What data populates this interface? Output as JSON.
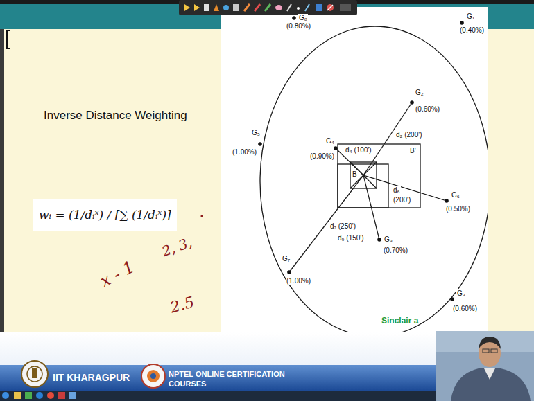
{
  "diagram": {
    "title": "Inverse Distance Weighting",
    "labels": [
      "wᵢ = (1/dᵢˣ) / [∑ (1/dᵢˣ)]",
      "x - 1",
      "2, 3,",
      "2.5",
      "G₈",
      "(0.80%)",
      "G₁",
      "(0.40%)",
      "G₂",
      "(0.60%)",
      "G₅",
      "(1.00%)",
      "G₄",
      "(0.90%)",
      "d₄ (100')",
      "d₂ (200')",
      "B'",
      "B",
      "d₆",
      "(200')",
      "G₆",
      "(0.50%)",
      "d₇ (250')",
      "d₉ (150')",
      "G₇",
      "(1.00%)",
      "G₉",
      "(0.70%)",
      "G₃",
      "(0.60%)",
      "Sinclair a",
      "IIT KHARAGPUR",
      "NPTEL ONLINE CERTIFICATION COURSES"
    ]
  }
}
